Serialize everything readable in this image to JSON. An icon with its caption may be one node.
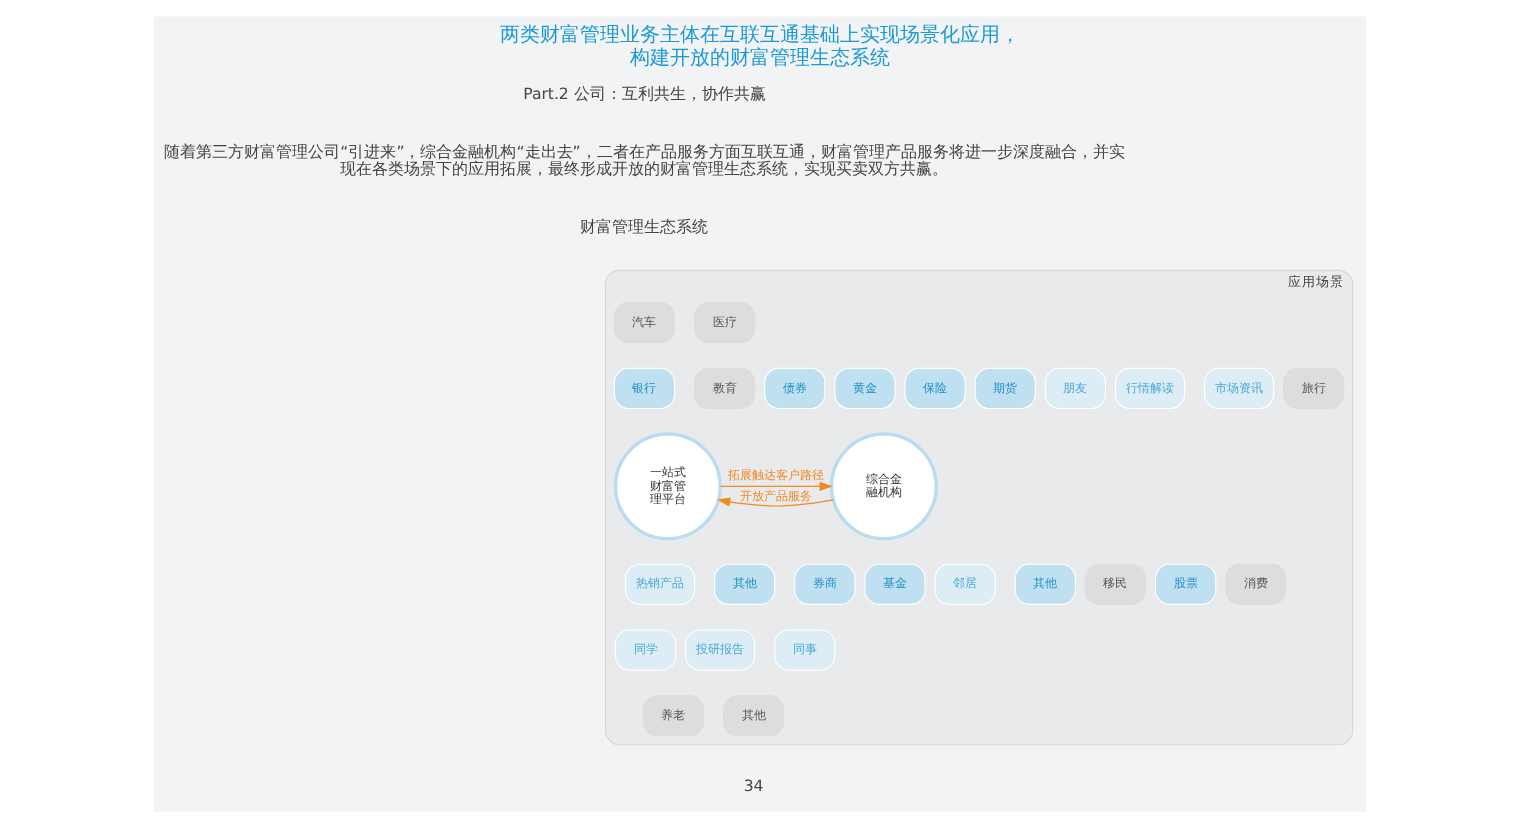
{
  "diagram": {
    "title": "两类财富管理业务主体在互联互通基础上实现场景化应用，构建开放的财富管理生态系统",
    "nodes": [
      {
        "text": [
          "应用场景"
        ]
      },
      {
        "text": [
          "汽车"
        ],
        "in": 0
      },
      {
        "text": [
          "医疗"
        ],
        "in": 0
      },
      {
        "text": [
          "旅行"
        ],
        "in": 0
      },
      {
        "text": [
          "消费"
        ],
        "in": 0
      },
      {
        "text": [
          "其他"
        ],
        "in": 0
      },
      {
        "text": [
          "养老"
        ],
        "in": 0
      },
      {
        "text": [
          "移民"
        ],
        "in": 0
      },
      {
        "text": [
          "教育"
        ],
        "in": 0
      },
      {
        "text": [
          "综合金融机构"
        ],
        "in": 0
      },
      {
        "text": [
          "银行"
        ],
        "in": 0
      },
      {
        "text": [
          "保险"
        ],
        "in": 0
      },
      {
        "text": [
          "券商"
        ],
        "in": 0
      },
      {
        "text": [
          "其他"
        ],
        "in": 0
      },
      {
        "text": [
          "一站式财富管理平台"
        ],
        "in": 0
      },
      {
        "text": [
          "期货"
        ],
        "in": 0
      },
      {
        "text": [
          "黄金"
        ],
        "in": 0
      },
      {
        "text": [
          "其他"
        ],
        "in": 0
      },
      {
        "text": [
          "基金"
        ],
        "in": 0
      },
      {
        "text": [
          "股票"
        ],
        "in": 0
      },
      {
        "text": [
          "债券"
        ],
        "in": 0
      },
      {
        "text": [
          "市场资讯"
        ],
        "in": 0
      },
      {
        "text": [
          "朋友"
        ],
        "in": 0
      },
      {
        "text": [
          "同事"
        ],
        "in": 0
      },
      {
        "text": [
          "邻居"
        ],
        "in": 0
      },
      {
        "text": [
          "同学"
        ],
        "in": 0
      },
      {
        "text": [
          "投研报告"
        ],
        "in": 0
      },
      {
        "text": [
          "热销产品"
        ],
        "in": 0
      },
      {
        "text": [
          "行情解读"
        ],
        "in": 0
      }
    ],
    "edges": [
      {
        "from": 9,
        "to": 14,
        "arrow": "to",
        "label": "开放产品服务"
      },
      {
        "from": 14,
        "to": 9,
        "arrow": "to",
        "label": "拓展触达客户路径"
      }
    ],
    "labels": [
      "Part.2 公司：互利共生，协作共赢",
      "随着第三方财富管理公司“引进来”，综合金融机构“走出去”，二者在产品服务方面互联互通，财富管理产品服务将进一步深度融合，并实现在各类场景下的应用拓展，最终形成开放的财富管理生态系统，实现买卖双方共赢。",
      "财富管理生态系统",
      "34"
    ]
  }
}
